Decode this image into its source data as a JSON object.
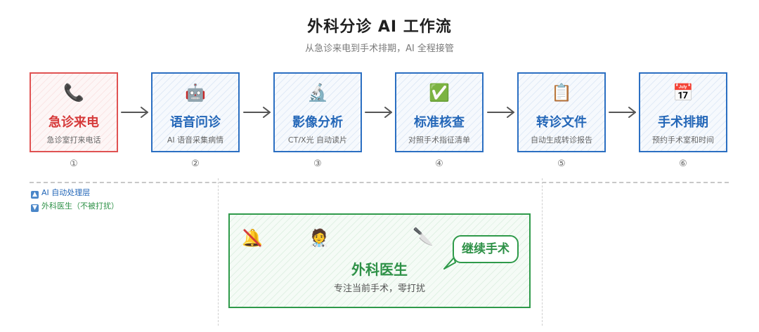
{
  "header": {
    "title": "外科分诊 AI 工作流",
    "subtitle": "从急诊来电到手术排期，AI 全程接管"
  },
  "steps": [
    {
      "icon": "📞",
      "icon_name": "phone-icon",
      "name": "急诊来电",
      "desc": "急诊室打来电话",
      "num": "①",
      "color": "#e05252"
    },
    {
      "icon": "🤖",
      "icon_name": "robot-icon",
      "name": "语音问诊",
      "desc": "AI 语音采集病情",
      "num": "②",
      "color": "#2b6fc2"
    },
    {
      "icon": "🔬",
      "icon_name": "microscope-icon",
      "name": "影像分析",
      "desc": "CT/X光 自动读片",
      "num": "③",
      "color": "#2b6fc2"
    },
    {
      "icon": "✅",
      "icon_name": "check-mark-icon",
      "name": "标准核查",
      "desc": "对照手术指征清单",
      "num": "④",
      "color": "#2b6fc2"
    },
    {
      "icon": "📋",
      "icon_name": "clipboard-icon",
      "name": "转诊文件",
      "desc": "自动生成转诊报告",
      "num": "⑤",
      "color": "#2b6fc2"
    },
    {
      "icon": "📅",
      "icon_name": "calendar-icon",
      "name": "手术排期",
      "desc": "预约手术室和时间",
      "num": "⑥",
      "color": "#2b6fc2"
    }
  ],
  "legend": {
    "ai_layer": "AI 自动处理层",
    "surgeon_layer": "外科医生（不被打扰）"
  },
  "surgeon": {
    "bell_icon": "🔔",
    "doctor_icon": "🧑‍⚕️",
    "knife_icon": "🔪",
    "name": "外科医生",
    "desc": "专注当前手术，零打扰",
    "bubble": "继续手术"
  },
  "colors": {
    "ai_blue": "#2b6fc2",
    "alert_red": "#e05252",
    "surgeon_green": "#2f9a4a"
  }
}
